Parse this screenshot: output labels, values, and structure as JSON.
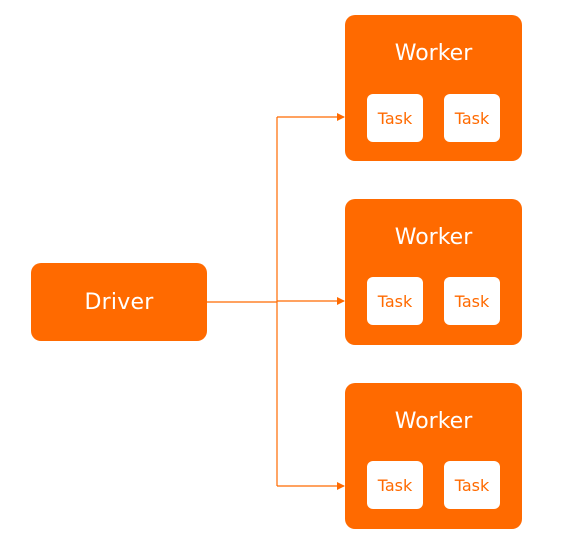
{
  "diagram": {
    "driver": {
      "label": "Driver"
    },
    "workers": [
      {
        "label": "Worker",
        "tasks": [
          "Task",
          "Task"
        ]
      },
      {
        "label": "Worker",
        "tasks": [
          "Task",
          "Task"
        ]
      },
      {
        "label": "Worker",
        "tasks": [
          "Task",
          "Task"
        ]
      }
    ],
    "colors": {
      "accent": "#ff6a00",
      "task_bg": "#ffffff",
      "connector": "#ff6a00"
    }
  }
}
